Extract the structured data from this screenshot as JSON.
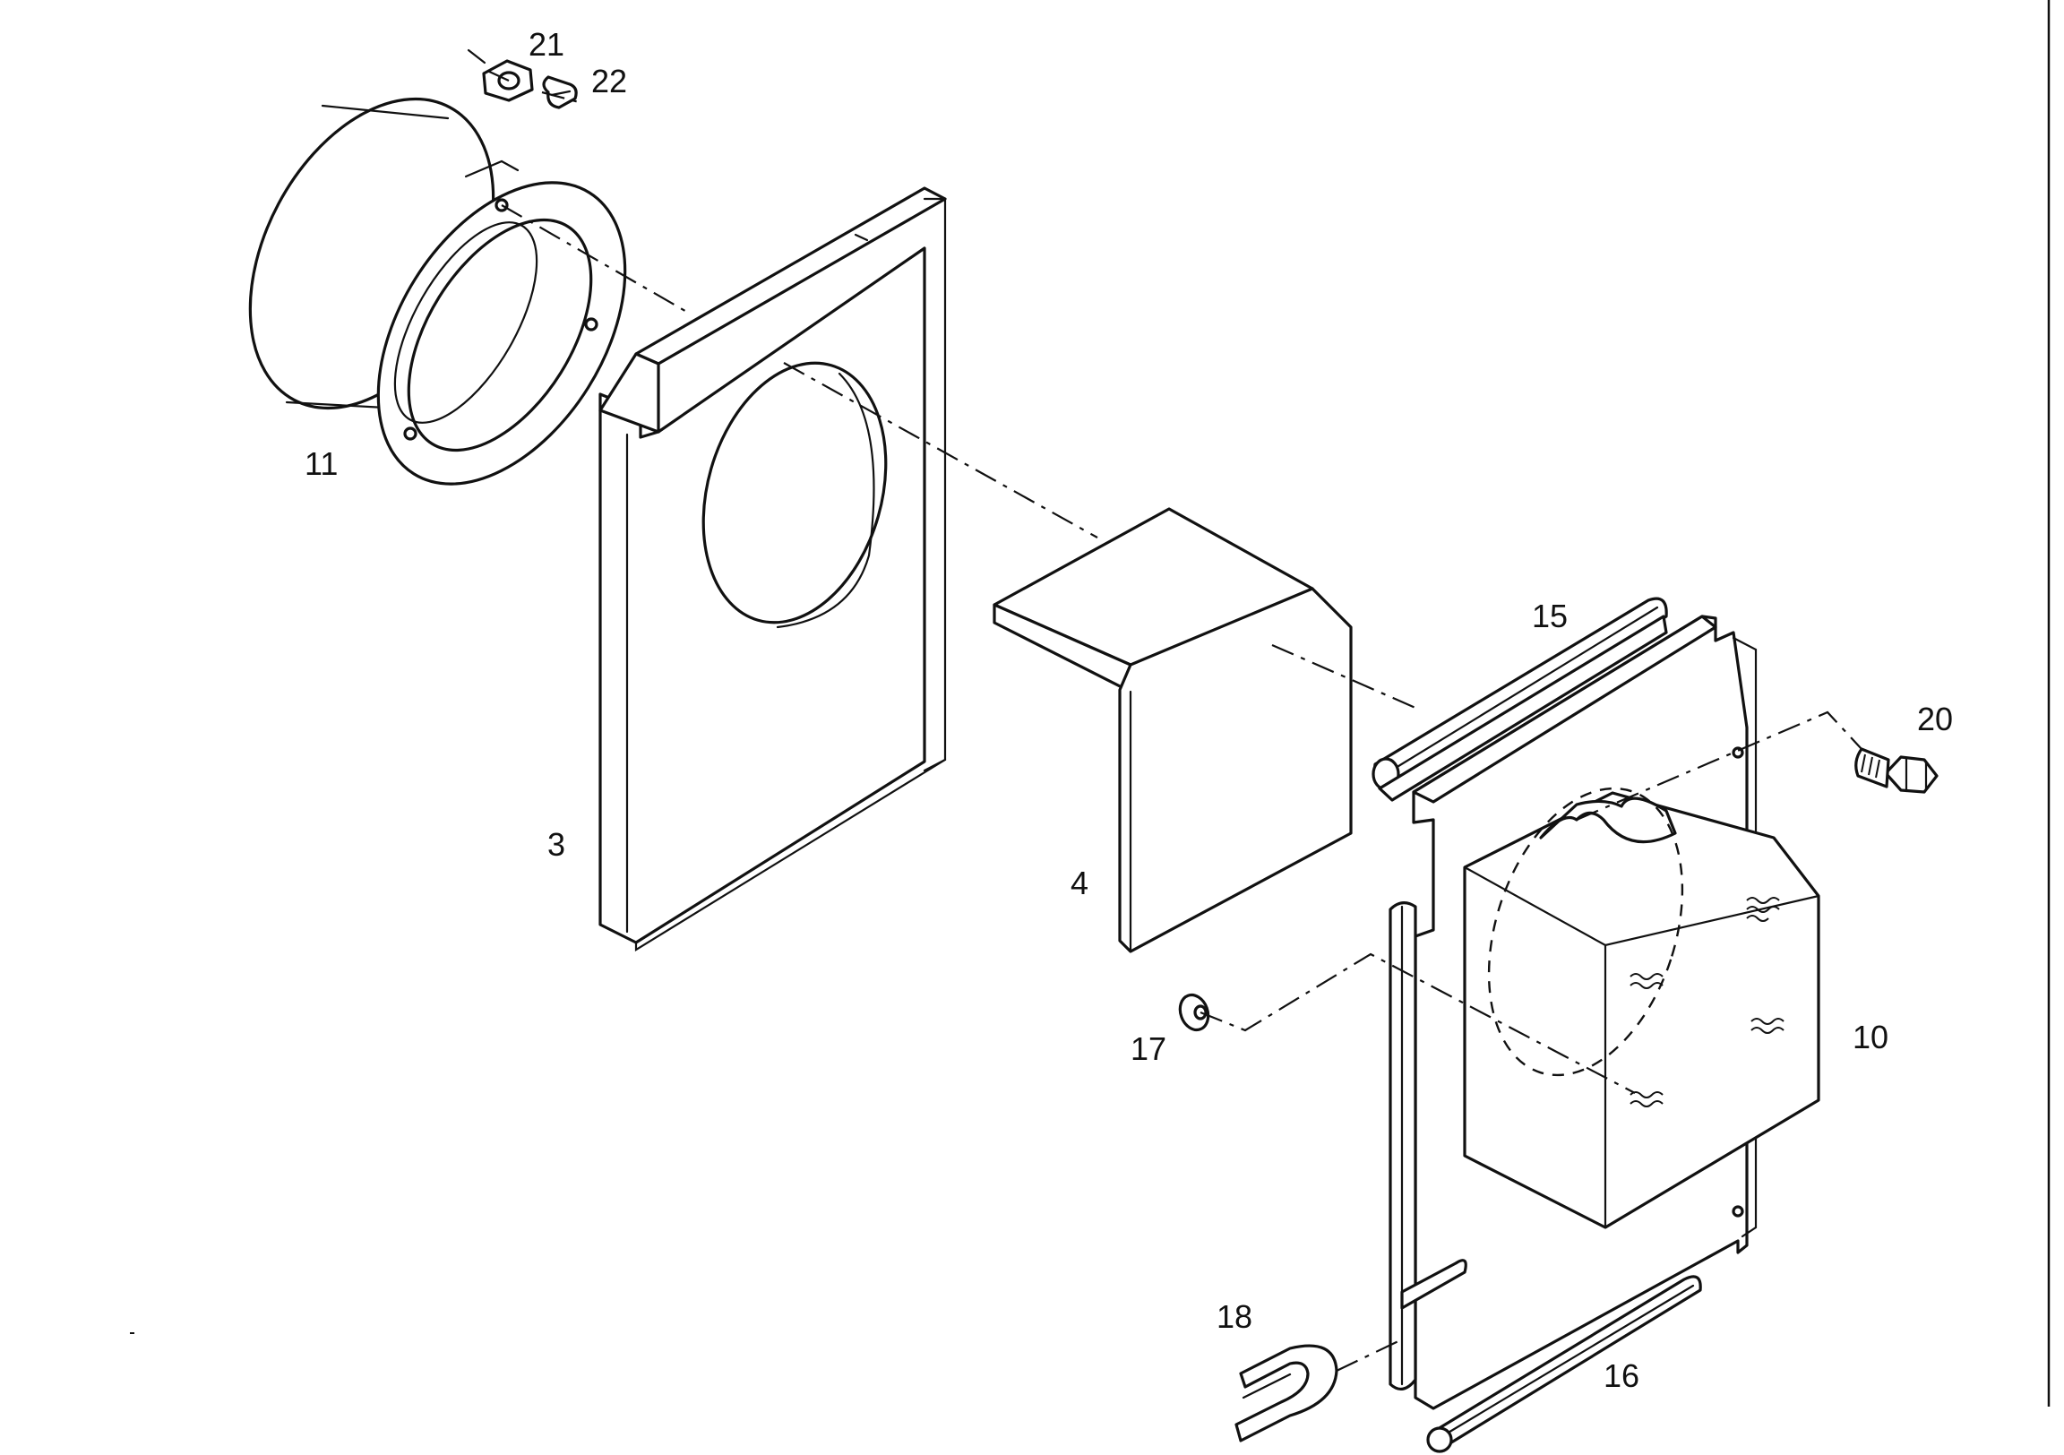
{
  "callouts": {
    "c3": "3",
    "c4": "4",
    "c10": "10",
    "c11": "11",
    "c15": "15",
    "c16": "16",
    "c17": "17",
    "c18": "18",
    "c20": "20",
    "c21": "21",
    "c22": "22"
  },
  "colors": {
    "line": "#111111",
    "background": "#ffffff"
  }
}
